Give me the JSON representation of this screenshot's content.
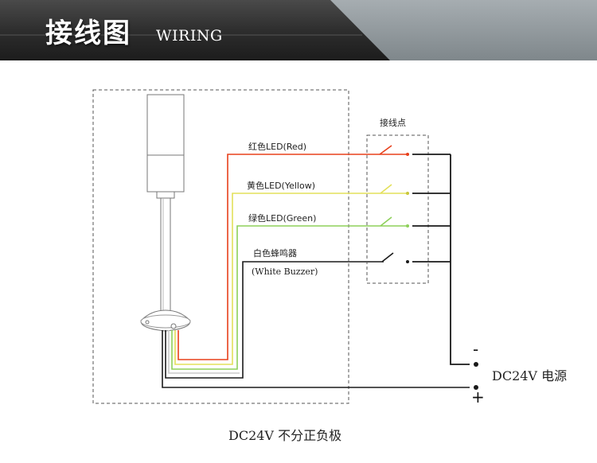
{
  "header": {
    "title_cn": "接线图",
    "title_en": "WIRING"
  },
  "diagram": {
    "terminal_label": "接线点",
    "wires": [
      {
        "label": "红色LED(Red)",
        "color": "#e8401c"
      },
      {
        "label": "黄色LED(Yellow)",
        "color": "#e3e05a"
      },
      {
        "label": "绿色LED(Green)",
        "color": "#8ed05a"
      },
      {
        "label": "白色蜂鸣器",
        "label2": "(White Buzzer)",
        "color": "#1a1a1a"
      }
    ],
    "power_label": "DC24V 电源",
    "minus_sign": "-",
    "plus_sign": "+",
    "bottom_note": "DC24V 不分正负极"
  },
  "colors": {
    "banner_dark": "#2b2b2b",
    "banner_light": "#8f979b",
    "red": "#e8401c",
    "yellow": "#e3e05a",
    "green": "#8ed05a",
    "black": "#1a1a1a"
  }
}
